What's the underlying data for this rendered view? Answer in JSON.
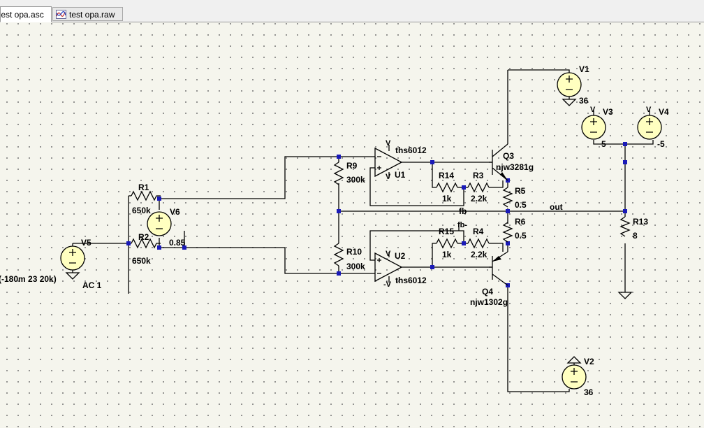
{
  "tabs": [
    {
      "label": "test opa.asc",
      "active": true
    },
    {
      "label": "test opa.raw",
      "active": false
    }
  ],
  "components": {
    "R1": {
      "name": "R1",
      "value": "650k"
    },
    "R2": {
      "name": "R2",
      "value": "650k"
    },
    "R3": {
      "name": "R3",
      "value": "2.2k"
    },
    "R4": {
      "name": "R4",
      "value": "2.2k"
    },
    "R5": {
      "name": "R5",
      "value": "0.5"
    },
    "R6": {
      "name": "R6",
      "value": "0.5"
    },
    "R9": {
      "name": "R9",
      "value": "300k"
    },
    "R10": {
      "name": "R10",
      "value": "300k"
    },
    "R13": {
      "name": "R13",
      "value": "8"
    },
    "R14": {
      "name": "R14",
      "value": "1k"
    },
    "R15": {
      "name": "R15",
      "value": "1k"
    },
    "U1": {
      "name": "U1",
      "value": "ths6012"
    },
    "U2": {
      "name": "U2",
      "value": "ths6012"
    },
    "Q3": {
      "name": "Q3",
      "value": "njw3281g"
    },
    "Q4": {
      "name": "Q4",
      "value": "njw1302g"
    },
    "V1": {
      "name": "V1",
      "value": "36"
    },
    "V2": {
      "name": "V2",
      "value": "36"
    },
    "V3": {
      "name": "V3",
      "value": "5"
    },
    "V4": {
      "name": "V4",
      "value": "-5"
    },
    "V5": {
      "name": "V5",
      "value": "(-180m 23 20k)",
      "ac": "AC 1"
    },
    "V6": {
      "name": "V6",
      "value": "0.85"
    }
  },
  "nets": {
    "fb": "fb",
    "fb_minus": "fb-",
    "out": "out"
  },
  "pin_labels": {
    "v": "V",
    "neg_v": "-V",
    "u1_pos_v": "V"
  }
}
